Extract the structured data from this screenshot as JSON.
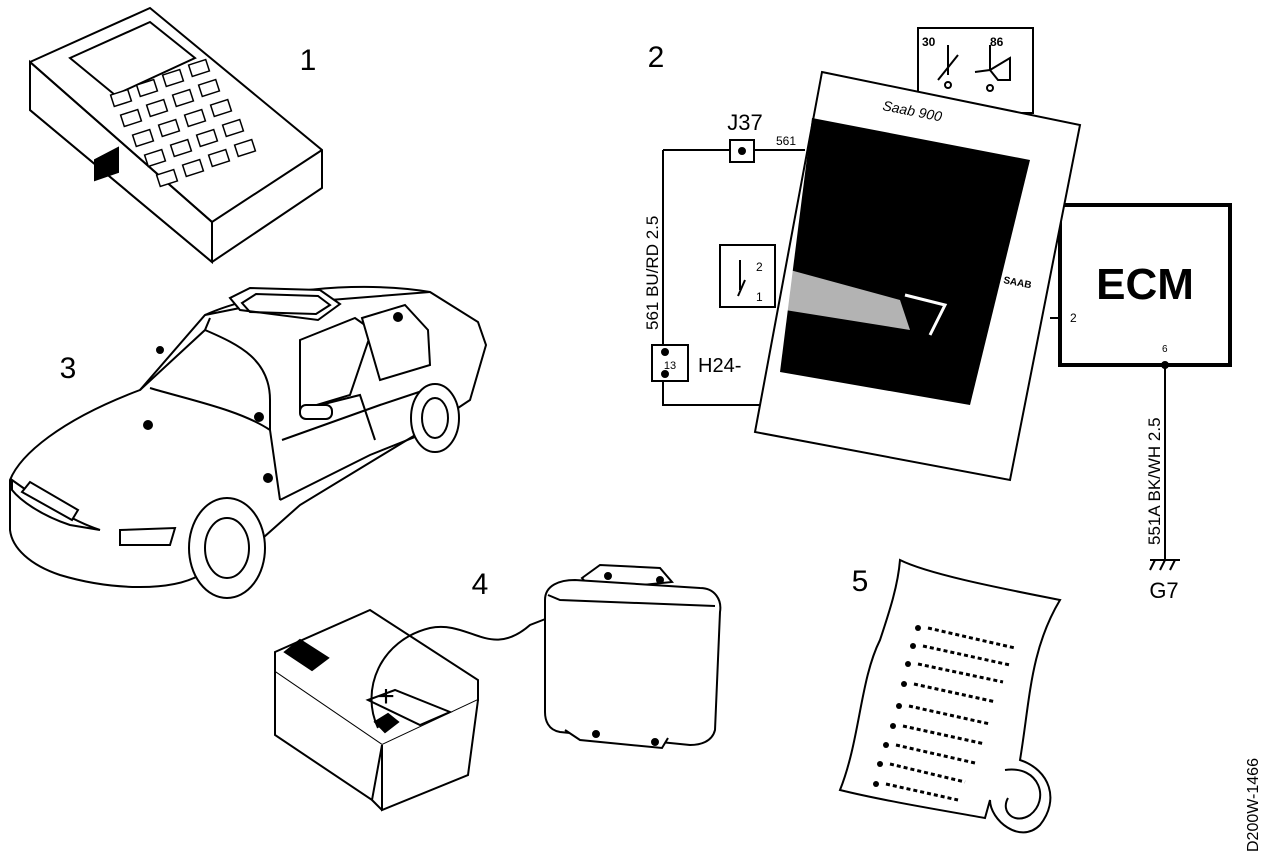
{
  "callouts": [
    "1",
    "2",
    "3",
    "4",
    "5"
  ],
  "wiring": {
    "connector_j37": "J37",
    "wire_561": "561",
    "wire_left": "561 BU/RD 2.5",
    "connector_h24": "H24-",
    "pin_13": "13",
    "switch_pin_2": "2",
    "switch_pin_1": "1",
    "relay_30": "30",
    "relay_86": "86",
    "ecm_label": "ECM",
    "ecm_pin_2": "2",
    "ecm_pin_6": "6",
    "wire_right": "551A BK/WH 2.5",
    "ground": "G7"
  },
  "manual": {
    "title": "Saab 900",
    "brand": "SAAB"
  },
  "figure_code": "D200W-1466",
  "battery_symbol": "+"
}
